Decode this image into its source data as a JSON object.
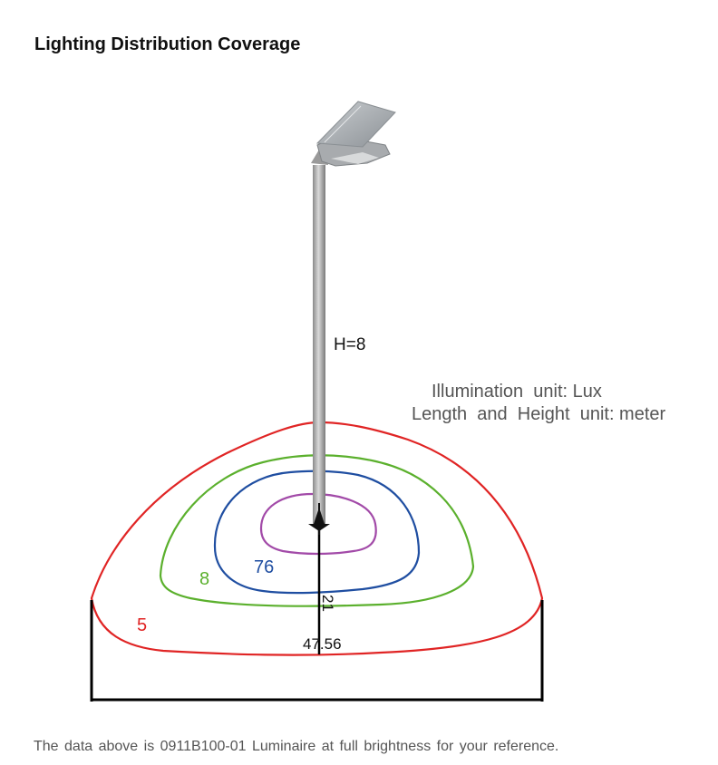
{
  "title": "Lighting Distribution Coverage",
  "pole_height_label": "H=8",
  "units": {
    "illumination": "Illumination  unit: Lux",
    "length_height": "Length  and  Height  unit: meter"
  },
  "contours": [
    {
      "lux_label": "5",
      "color": "#e02424"
    },
    {
      "lux_label": "8",
      "color": "#5bb02d"
    },
    {
      "lux_label": "76",
      "color": "#1f4ea1"
    },
    {
      "lux_label": "",
      "color": "#a24aa8"
    }
  ],
  "dimensions": {
    "vertical_label": "21",
    "width_label": "47.56"
  },
  "footnote": "The data above is 0911B100-01 Luminaire at full brightness for your reference."
}
